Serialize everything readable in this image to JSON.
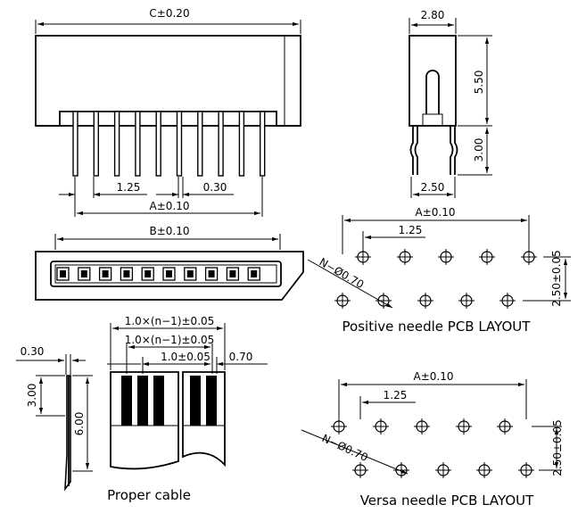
{
  "front_view": {
    "dim_c": "C±0.20",
    "dim_pitch": "1.25",
    "dim_pin": "0.30",
    "dim_a": "A±0.10"
  },
  "side_view": {
    "dim_width": "2.80",
    "dim_body_height": "5.50",
    "dim_pin_height": "3.00",
    "dim_foot": "2.50"
  },
  "top_view": {
    "dim_b": "B±0.10"
  },
  "positive_layout": {
    "dim_a": "A±0.10",
    "dim_pitch": "1.25",
    "dim_hole": "N−Ø0.70",
    "dim_row": "2.50±0.05",
    "caption": "Positive  needle  PCB LAYOUT"
  },
  "versa_layout": {
    "dim_a": "A±0.10",
    "dim_pitch": "1.25",
    "dim_hole": "N−Ø0.70",
    "dim_row": "2.50±0.05",
    "caption": "Versa  needle  PCB LAYOUT"
  },
  "cable": {
    "dim_span1": "1.0×(n−1)±0.05",
    "dim_span2": "1.0×(n−1)±0.05",
    "dim_pitch": "1.0±0.05",
    "dim_width": "0.70",
    "dim_thick": "0.30",
    "dim_stiff": "3.00",
    "dim_total": "6.00",
    "caption": "Proper    cable"
  }
}
